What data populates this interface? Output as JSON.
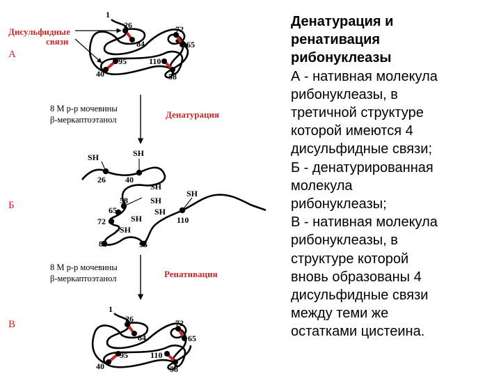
{
  "diagram": {
    "disulfide_label_line1": "Дисульфидные",
    "disulfide_label_line2": "связи",
    "panel_a": "А",
    "panel_b": "Б",
    "panel_c": "В",
    "reagent_1": "8 М р-р мочевины",
    "reagent_2": "β-меркаптоэтанол",
    "step_denaturation": "Денатурация",
    "step_renaturation": "Ренативация",
    "sh": "SH",
    "dash_sh": "–SH",
    "n1": "1",
    "n26": "26",
    "n84": "84",
    "n72": "72",
    "n65": "65",
    "n40": "40",
    "n95": "95",
    "n110": "110",
    "n58": "58"
  },
  "description": {
    "title": [
      "Денатурация и",
      "ренативация",
      "рибонуклеазы"
    ],
    "body": [
      "А - нативная молекула",
      "рибонуклеазы, в",
      "третичной структуре",
      "которой имеются 4",
      "дисульфидные связи;",
      "Б - денатурированная",
      "молекула",
      "рибонуклеазы;",
      "В - нативная молекула",
      "рибонуклеазы, в",
      "структуре которой",
      "вновь образованы 4",
      "дисульфидные связи",
      "между теми же",
      "остатками цистеина."
    ]
  },
  "colors": {
    "accent_red": "#c0282c",
    "line": "#000000"
  }
}
